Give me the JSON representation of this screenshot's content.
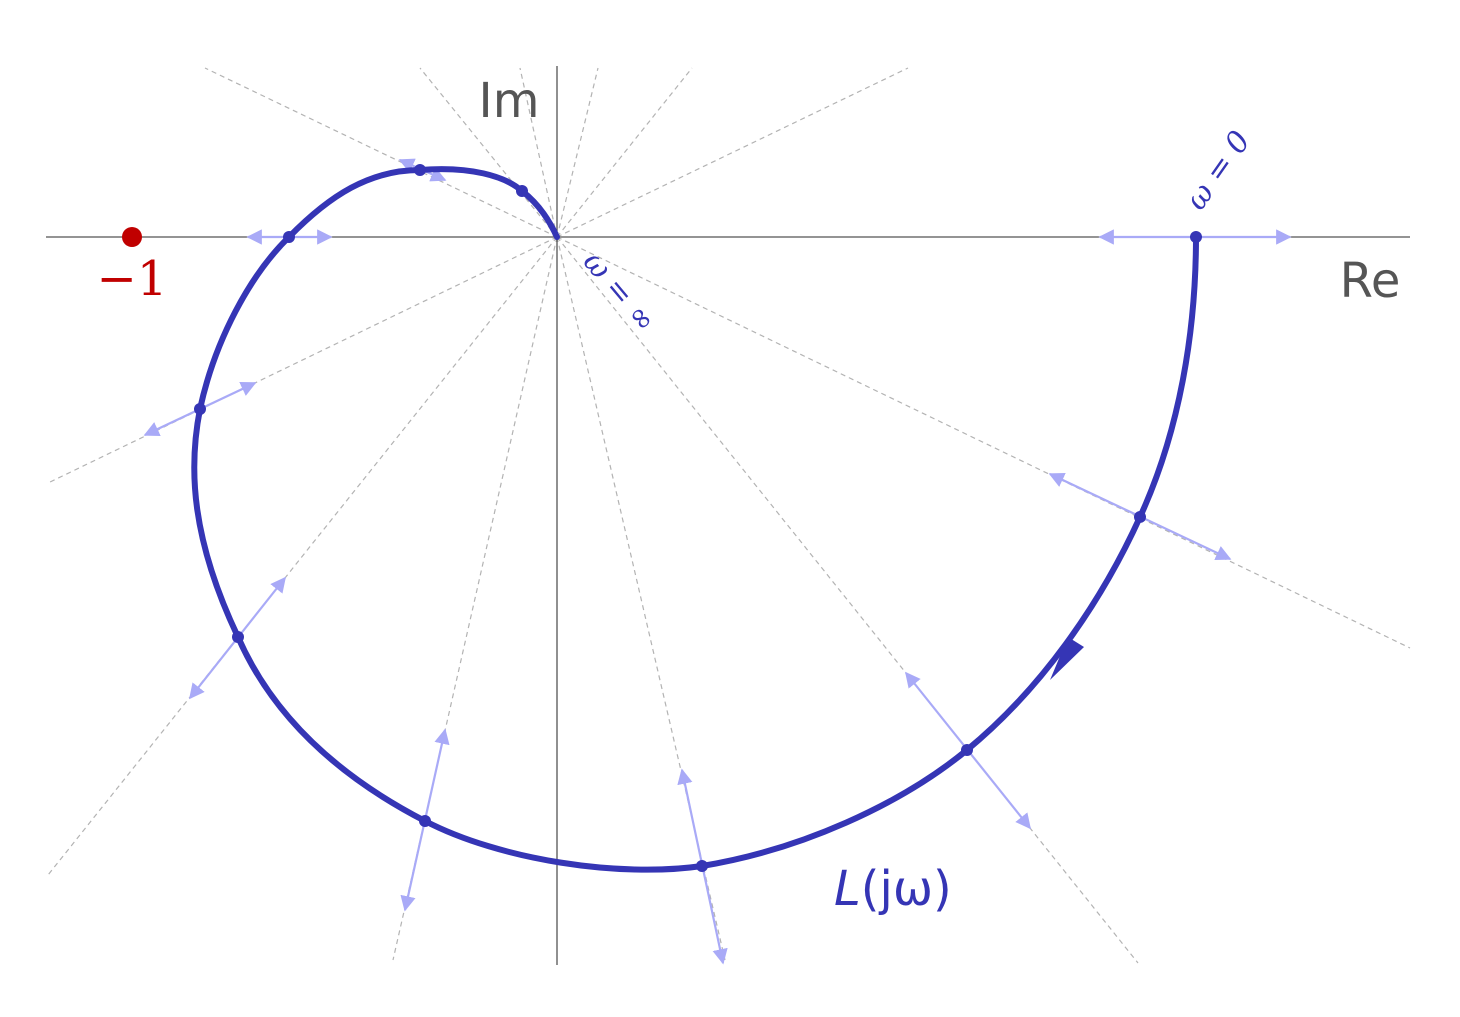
{
  "axes": {
    "real_label": "Re",
    "imag_label": "Im"
  },
  "critical_point": {
    "label": "−1",
    "color": "#c00000"
  },
  "curve": {
    "label_prefix": "L",
    "label_arg": "(jω)",
    "omega_zero_label": "ω = 0",
    "omega_inf_label": "ω = ∞",
    "color": "#3535b5",
    "arrow_color": "#a9aaf7"
  },
  "colors": {
    "axis": "#555555",
    "ray": "#b3b3b3"
  }
}
